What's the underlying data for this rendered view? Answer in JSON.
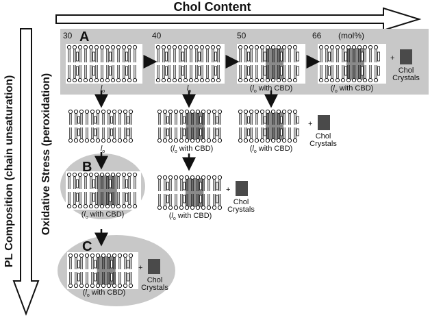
{
  "header": {
    "chol_content": "Chol Content",
    "ticks": [
      "30",
      "40",
      "50",
      "66"
    ],
    "unit": "(mol%)"
  },
  "side": {
    "pl_composition": "PL Composition (chain unsaturation)",
    "oxidative_stress": "Oxidative Stress (peroxidation)"
  },
  "panels": {
    "a": "A",
    "b": "B",
    "c": "C"
  },
  "labels": {
    "lo": "l",
    "lo_sub": "o",
    "lo_with_cbd_open": "(",
    "lo_with_cbd_rest": " with CBD)",
    "chol": "Chol",
    "crystals": "Crystals",
    "plus": "+"
  },
  "colors": {
    "panel_gray": "#c8c8c8",
    "domain_gray": "#8a8a8a",
    "crystal": "#4a4a4a",
    "ink": "#111111"
  }
}
